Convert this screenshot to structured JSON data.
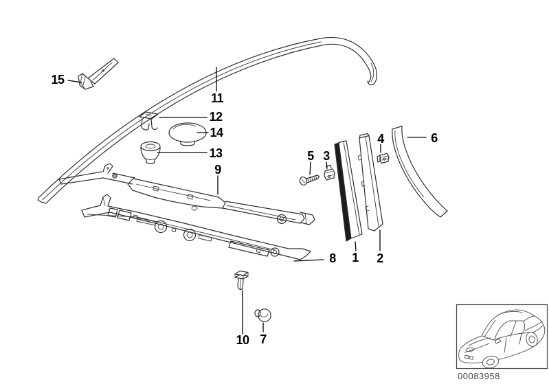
{
  "diagram": {
    "type": "exploded-parts-technical-illustration",
    "background": "#ffffff",
    "line_color": "#2d2d2d",
    "label_color": "#000000"
  },
  "callouts": [
    {
      "label": "15"
    },
    {
      "label": "11"
    },
    {
      "label": "12"
    },
    {
      "label": "14"
    },
    {
      "label": "13"
    },
    {
      "label": "9"
    },
    {
      "label": "5"
    },
    {
      "label": "3"
    },
    {
      "label": "4"
    },
    {
      "label": "6"
    },
    {
      "label": "1"
    },
    {
      "label": "2"
    },
    {
      "label": "8"
    },
    {
      "label": "10"
    },
    {
      "label": "7"
    }
  ],
  "thumbnail": {
    "image_number": "00083958"
  }
}
